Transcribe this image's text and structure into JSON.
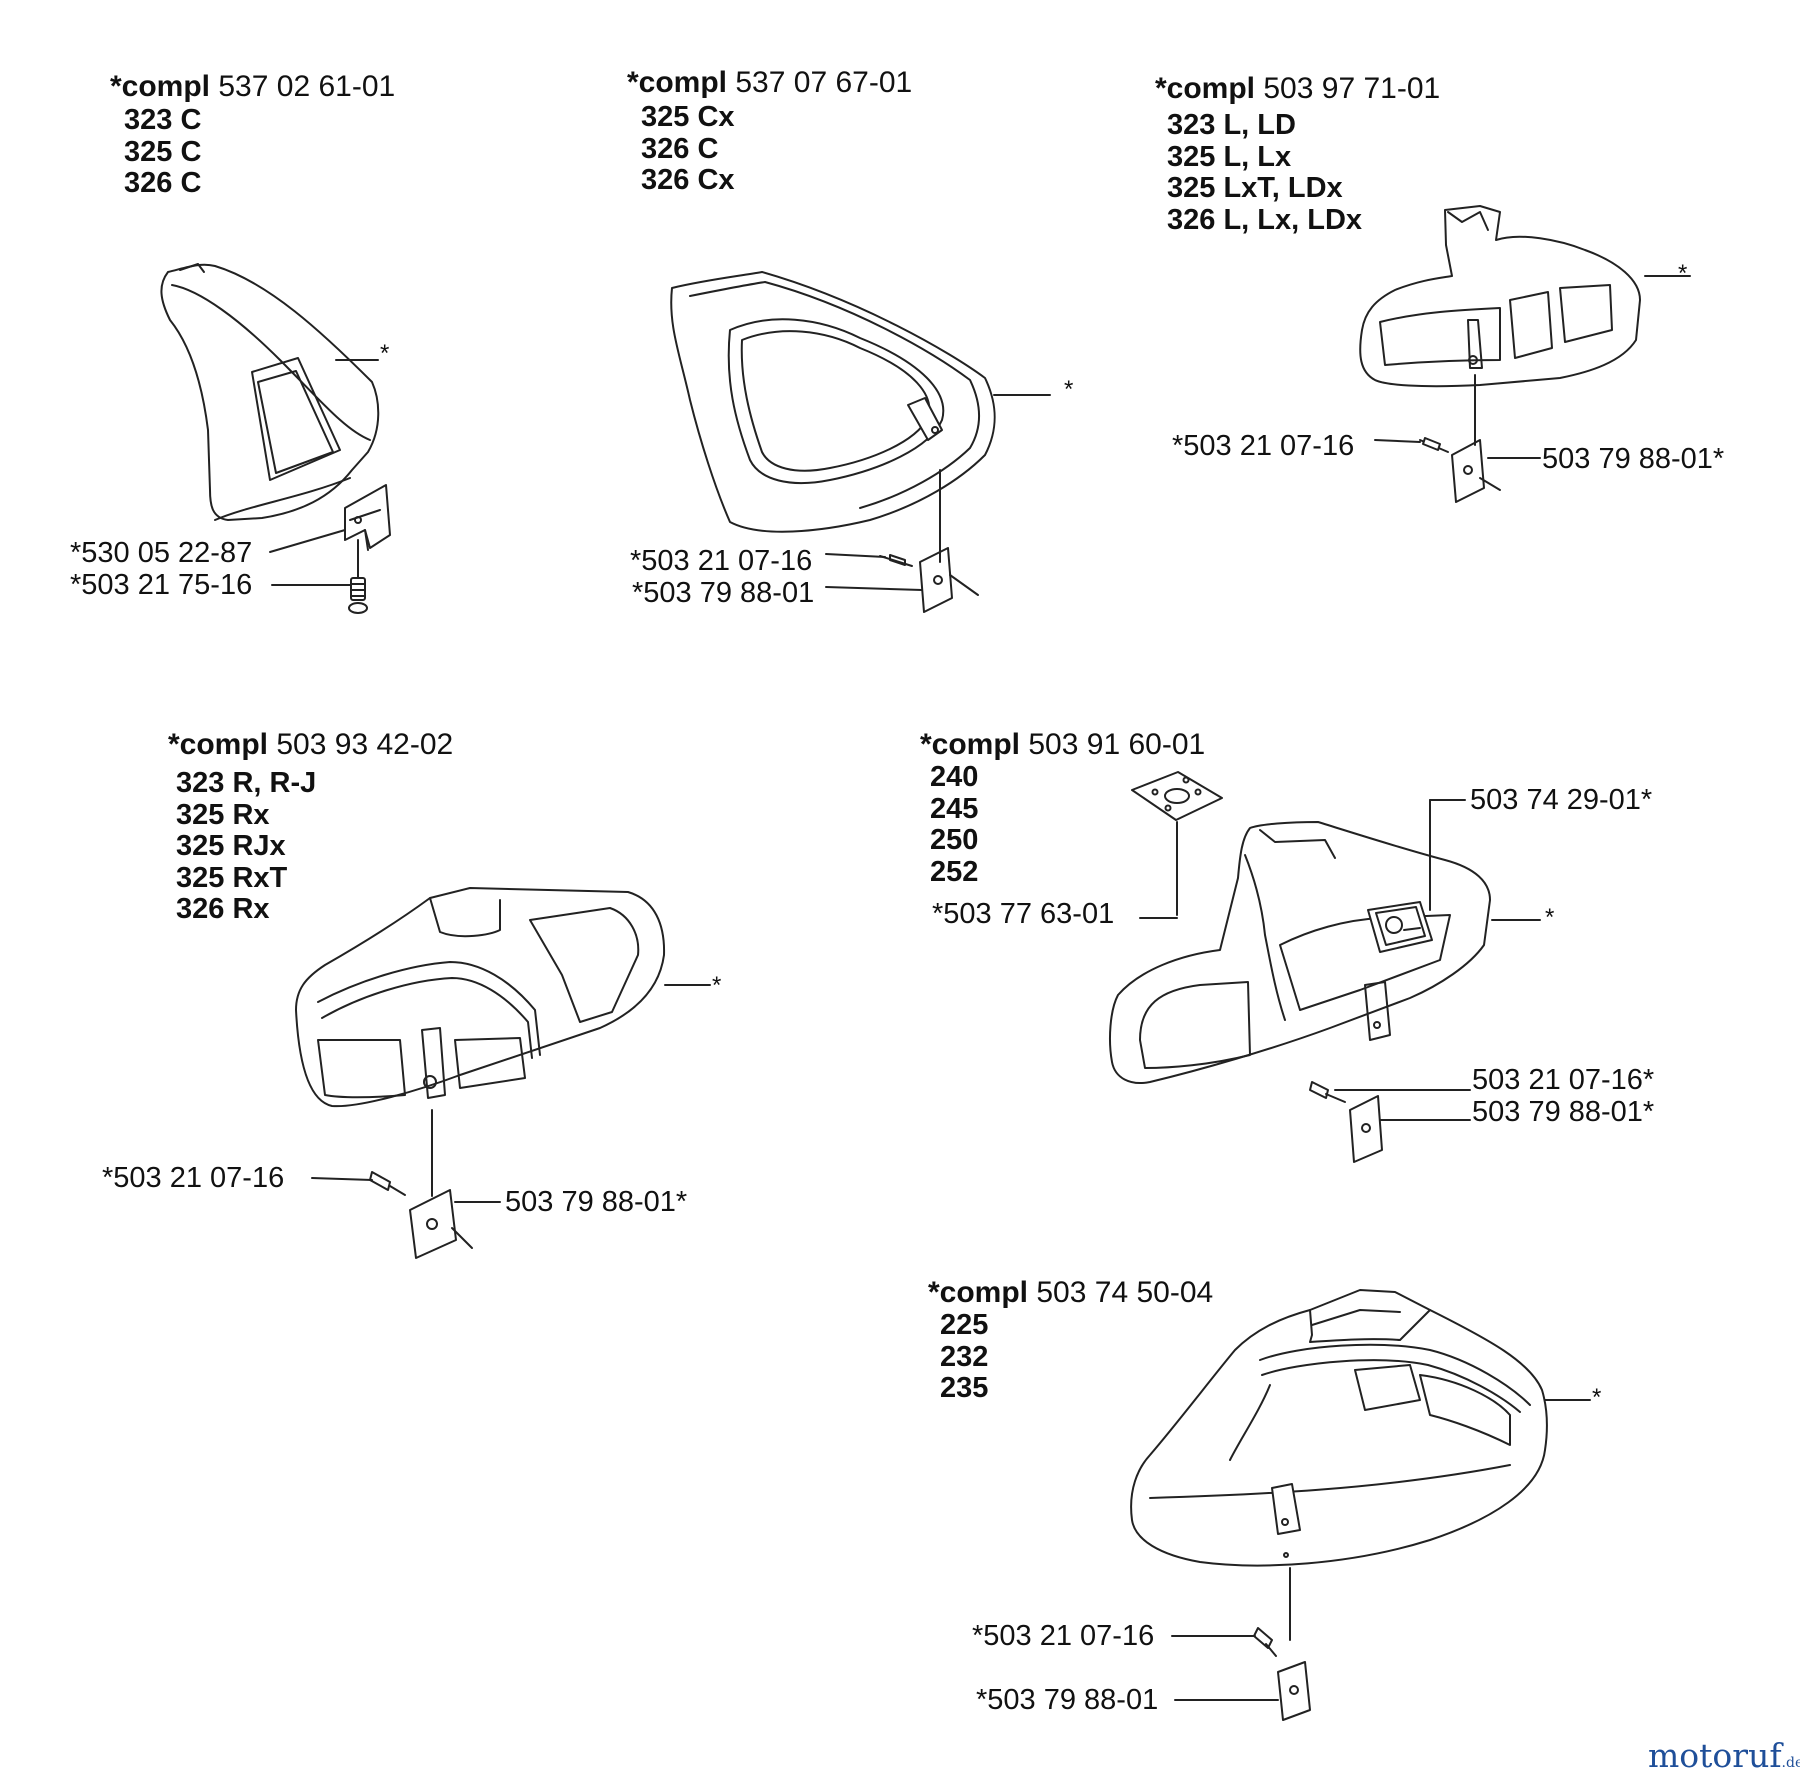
{
  "groups": [
    {
      "compl_prefix": "*compl",
      "compl_number": "537 02 61-01",
      "models": [
        "323 C",
        "325 C",
        "326 C"
      ],
      "parts": [
        "*530 05 22-87",
        "*503 21 75-16"
      ],
      "star": "*"
    },
    {
      "compl_prefix": "*compl",
      "compl_number": "537 07 67-01",
      "models": [
        "325 Cx",
        "326 C",
        "326 Cx"
      ],
      "parts": [
        "*503 21 07-16",
        "*503 79 88-01"
      ],
      "star": "*"
    },
    {
      "compl_prefix": "*compl",
      "compl_number": "503 97 71-01",
      "models": [
        "323 L, LD",
        "325 L, Lx",
        "325 LxT, LDx",
        "326 L, Lx, LDx"
      ],
      "parts": [
        "*503 21 07-16",
        "503 79 88-01*"
      ],
      "star": "*"
    },
    {
      "compl_prefix": "*compl",
      "compl_number": "503 93 42-02",
      "models": [
        "323 R, R-J",
        "325 Rx",
        "325 RJx",
        "325 RxT",
        "326 Rx"
      ],
      "parts": [
        "*503 21 07-16",
        "503 79 88-01*"
      ],
      "star": "*"
    },
    {
      "compl_prefix": "*compl",
      "compl_number": "503 91 60-01",
      "models": [
        "240",
        "245",
        "250",
        "252"
      ],
      "parts": [
        "503 74 29-01*",
        "*503 77 63-01",
        "503 21 07-16*",
        "503 79 88-01*"
      ],
      "star": "*"
    },
    {
      "compl_prefix": "*compl",
      "compl_number": "503 74 50-04",
      "models": [
        "225",
        "232",
        "235"
      ],
      "parts": [
        "*503 21 07-16",
        "*503 79 88-01"
      ],
      "star": "*"
    }
  ],
  "watermark": {
    "main": "motoruf",
    "dot": ".de"
  }
}
